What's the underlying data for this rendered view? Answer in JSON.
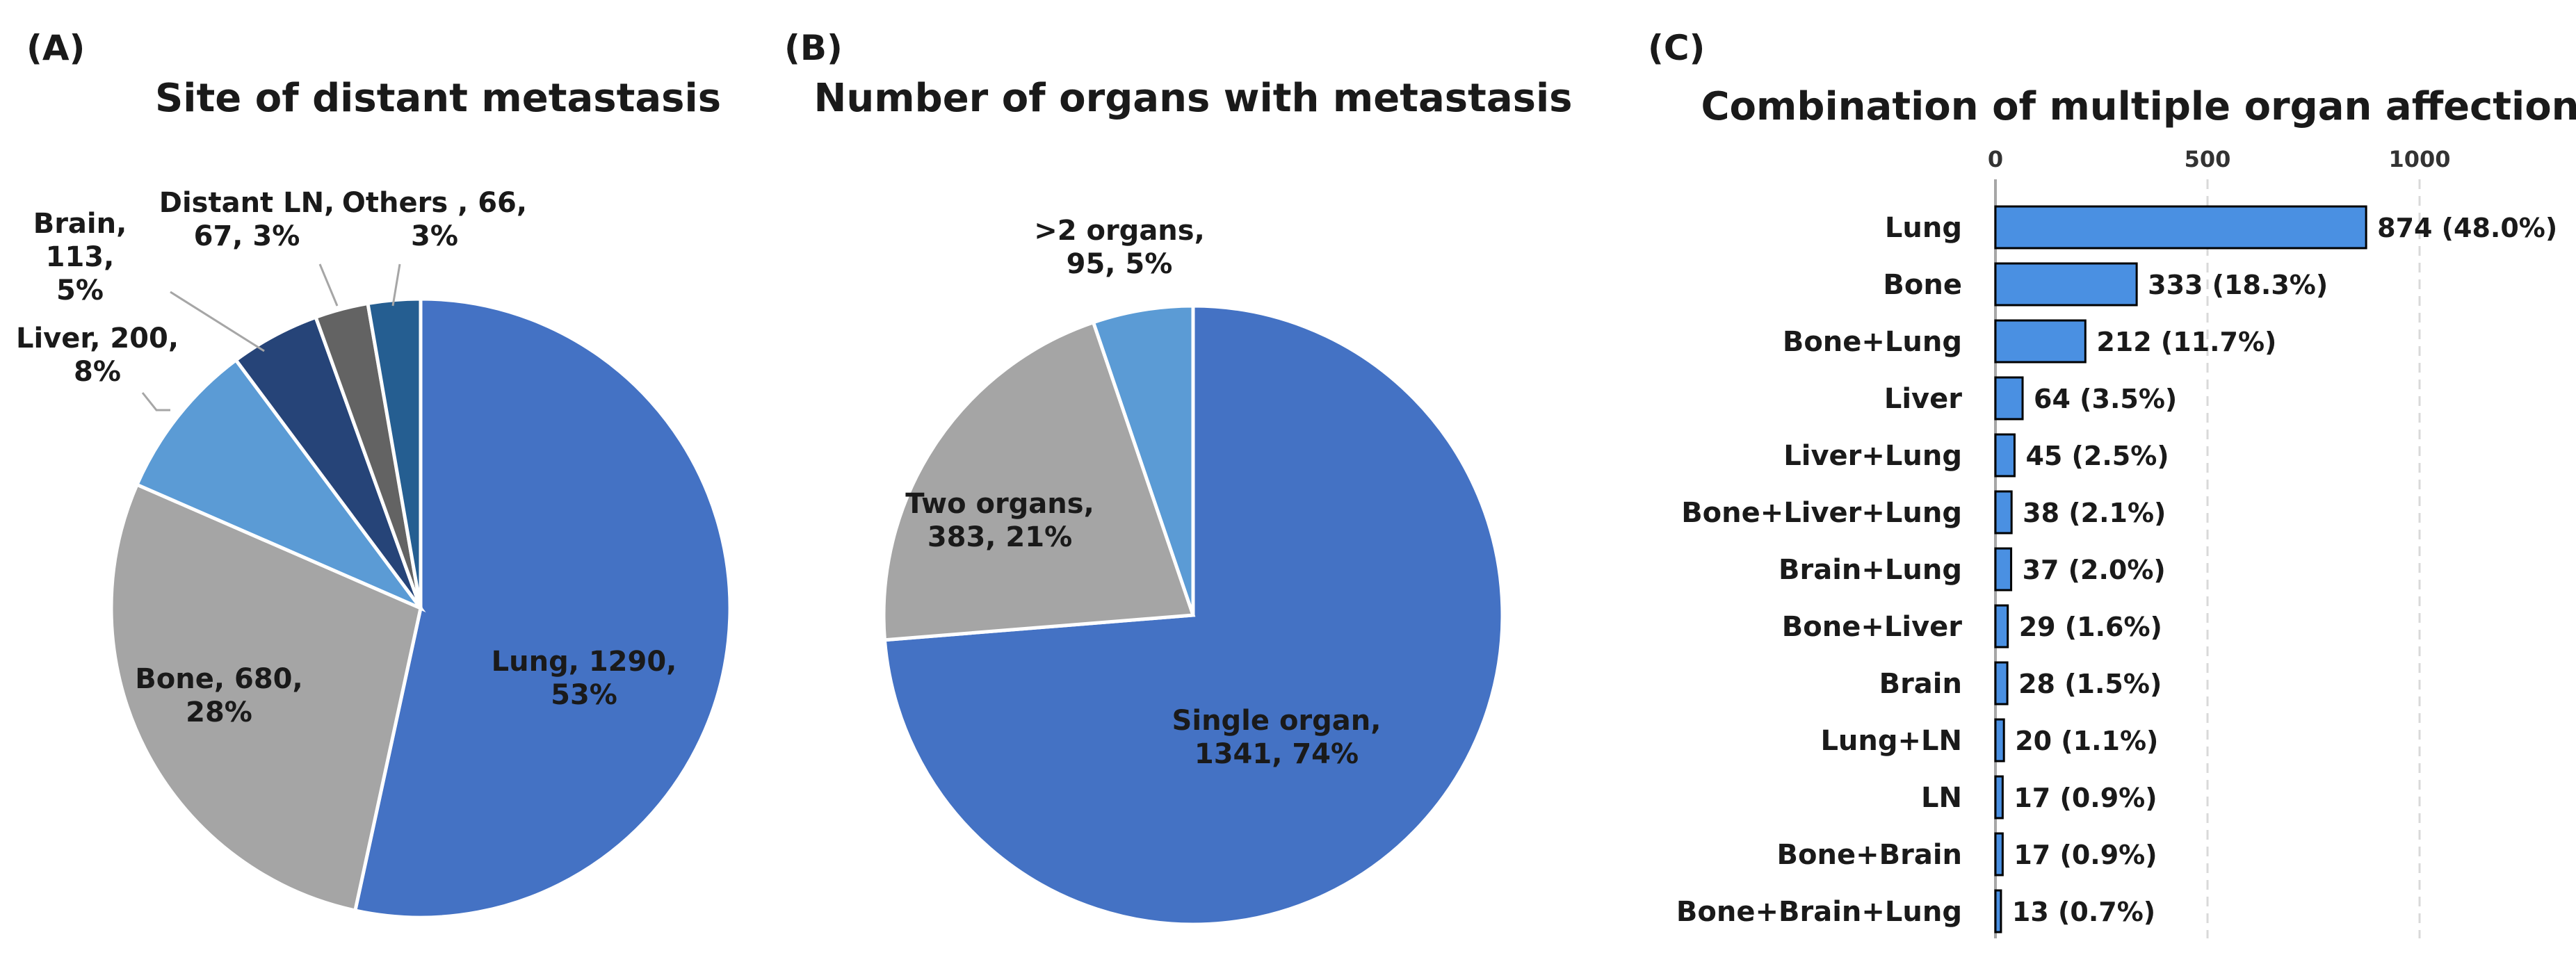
{
  "colors": {
    "blue": "#4472c4",
    "gray": "#a5a5a5",
    "light_blue": "#5b9bd5",
    "navy": "#264478",
    "dark_gray": "#636363",
    "steel_blue": "#255e91",
    "bar_fill": "#4a90e2",
    "bar_stroke": "#000000"
  },
  "panels": {
    "a": {
      "letter": "(A)",
      "title": "Site of distant metastasis"
    },
    "b": {
      "letter": "(B)",
      "title": "Number of organs with metastasis"
    },
    "c": {
      "letter": "(C)",
      "title": "Combination of multiple organ affection"
    }
  },
  "chart_data": [
    {
      "type": "pie",
      "title": "Site of distant metastasis",
      "slices": [
        {
          "name": "Lung",
          "value": 1290,
          "percent": "53%",
          "color": "#4472c4",
          "label_lines": [
            "Lung, 1290,",
            "53%"
          ]
        },
        {
          "name": "Bone",
          "value": 680,
          "percent": "28%",
          "color": "#a5a5a5",
          "label_lines": [
            "Bone, 680,",
            "28%"
          ]
        },
        {
          "name": "Liver",
          "value": 200,
          "percent": "8%",
          "color": "#5b9bd5",
          "label_lines": [
            "Liver, 200,",
            "8%"
          ]
        },
        {
          "name": "Brain",
          "value": 113,
          "percent": "5%",
          "color": "#264478",
          "label_lines": [
            "Brain,",
            "113,",
            "5%"
          ]
        },
        {
          "name": "Distant LN",
          "value": 67,
          "percent": "3%",
          "color": "#636363",
          "label_lines": [
            "Distant LN,",
            "67, 3%"
          ]
        },
        {
          "name": "Others",
          "value": 66,
          "percent": "3%",
          "color": "#255e91",
          "label_lines": [
            "Others , 66,",
            "3%"
          ]
        }
      ]
    },
    {
      "type": "pie",
      "title": "Number of organs with metastasis",
      "slices": [
        {
          "name": "Single organ",
          "value": 1341,
          "percent": "74%",
          "color": "#4472c4",
          "label_lines": [
            "Single organ,",
            "1341, 74%"
          ]
        },
        {
          "name": "Two organs",
          "value": 383,
          "percent": "21%",
          "color": "#a5a5a5",
          "label_lines": [
            "Two organs,",
            "383, 21%"
          ]
        },
        {
          "name": ">2 organs",
          "value": 95,
          "percent": "5%",
          "color": "#5b9bd5",
          "label_lines": [
            ">2 organs,",
            "95, 5%"
          ]
        }
      ]
    },
    {
      "type": "bar",
      "orientation": "horizontal",
      "title": "Combination of multiple organ affection",
      "xlim": [
        0,
        1000
      ],
      "xticks": [
        0,
        500,
        1000
      ],
      "grid": true,
      "categories": [
        "Lung",
        "Bone",
        "Bone+Lung",
        "Liver",
        "Liver+Lung",
        "Bone+Liver+Lung",
        "Brain+Lung",
        "Bone+Liver",
        "Brain",
        "Lung+LN",
        "LN",
        "Bone+Brain",
        "Bone+Brain+Lung"
      ],
      "values": [
        874,
        333,
        212,
        64,
        45,
        38,
        37,
        29,
        28,
        20,
        17,
        17,
        13
      ],
      "percents": [
        "48.0%",
        "18.3%",
        "11.7%",
        "3.5%",
        "2.5%",
        "2.1%",
        "2.0%",
        "1.6%",
        "1.5%",
        "1.1%",
        "0.9%",
        "0.9%",
        "0.7%"
      ],
      "data_labels": [
        "874 (48.0%)",
        "333 (18.3%)",
        "212 (11.7%)",
        "64 (3.5%)",
        "45 (2.5%)",
        "38 (2.1%)",
        "37 (2.0%)",
        "29 (1.6%)",
        "28 (1.5%)",
        "20 (1.1%)",
        "17 (0.9%)",
        "17 (0.9%)",
        "13 (0.7%)"
      ]
    }
  ]
}
